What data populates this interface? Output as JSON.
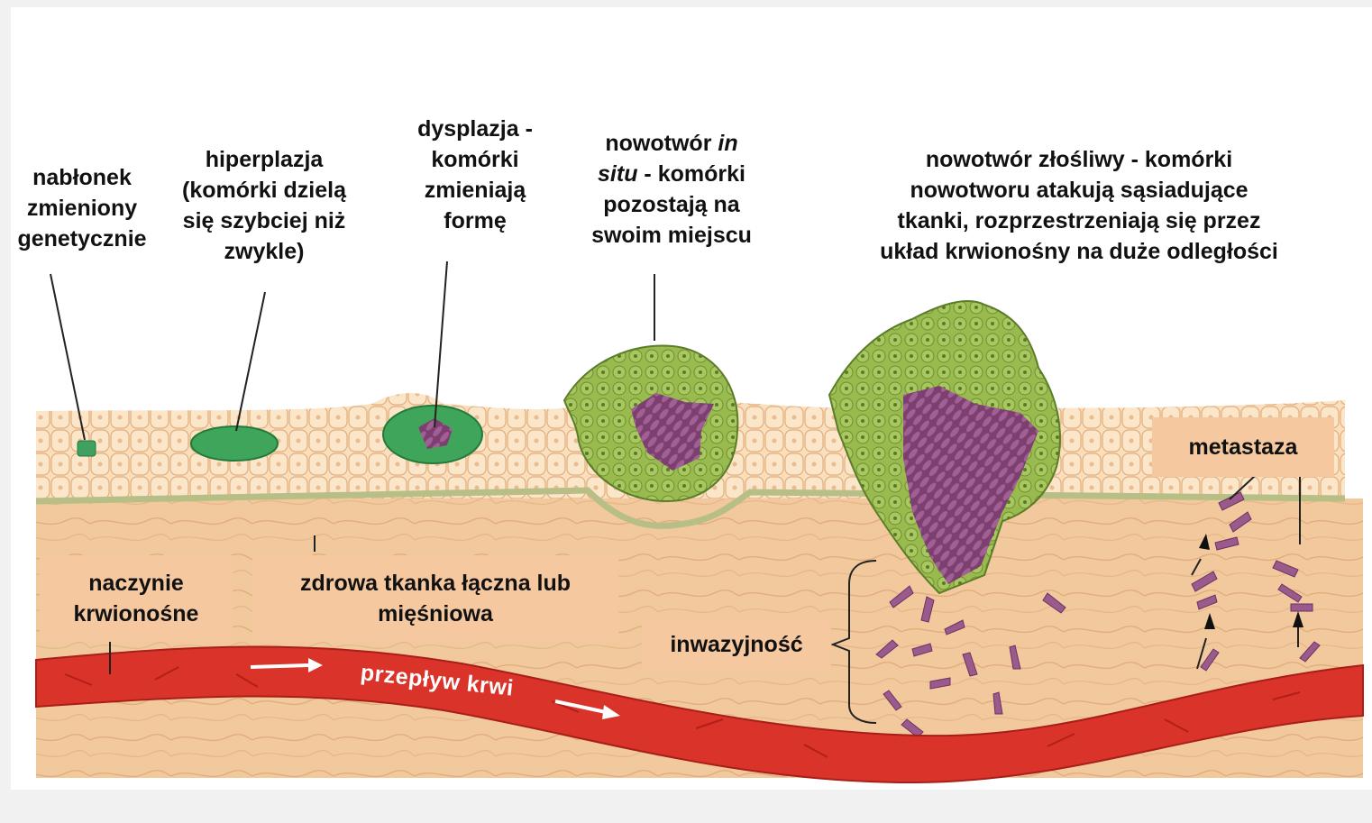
{
  "labels": {
    "epithelium": [
      "nabłonek",
      "zmieniony",
      "genetycznie"
    ],
    "hyperplasia": [
      "hiperplazja",
      "(komórki dzielą",
      "się szybciej niż",
      "zwykle)"
    ],
    "dysplasia": [
      "dysplazja -",
      "komórki",
      "zmieniają",
      "formę"
    ],
    "in_situ_italic_1": "in",
    "in_situ_italic_2": "situ",
    "in_situ_pre": "nowotwór ",
    "in_situ_post": " - komórki",
    "in_situ_lines": [
      "pozostają na",
      "swoim miejscu"
    ],
    "malignant": [
      "nowotwór złośliwy - komórki",
      "nowotworu atakują sąsiadujące",
      "tkanki, rozprzestrzeniają się przez",
      "układ krwionośny na duże odległości"
    ],
    "metastasis": "metastaza",
    "blood_vessel": [
      "naczynie",
      "krwionośne"
    ],
    "healthy_tissue": [
      "zdrowa tkanka łączna lub",
      "mięśniowa"
    ],
    "invasion": "inwazyjność",
    "blood_flow": "przepływ krwi"
  },
  "colors": {
    "tissue": "#f1c99d",
    "epithelium": "#f8dcb8",
    "cell_outline": "#e0a878",
    "tumor_green": "#97b84c",
    "tumor_dark_green": "#3f9d55",
    "tumor_purple": "#8a4d7a",
    "vessel_red": "#d9332a",
    "label_box": "#f5c8a0"
  }
}
